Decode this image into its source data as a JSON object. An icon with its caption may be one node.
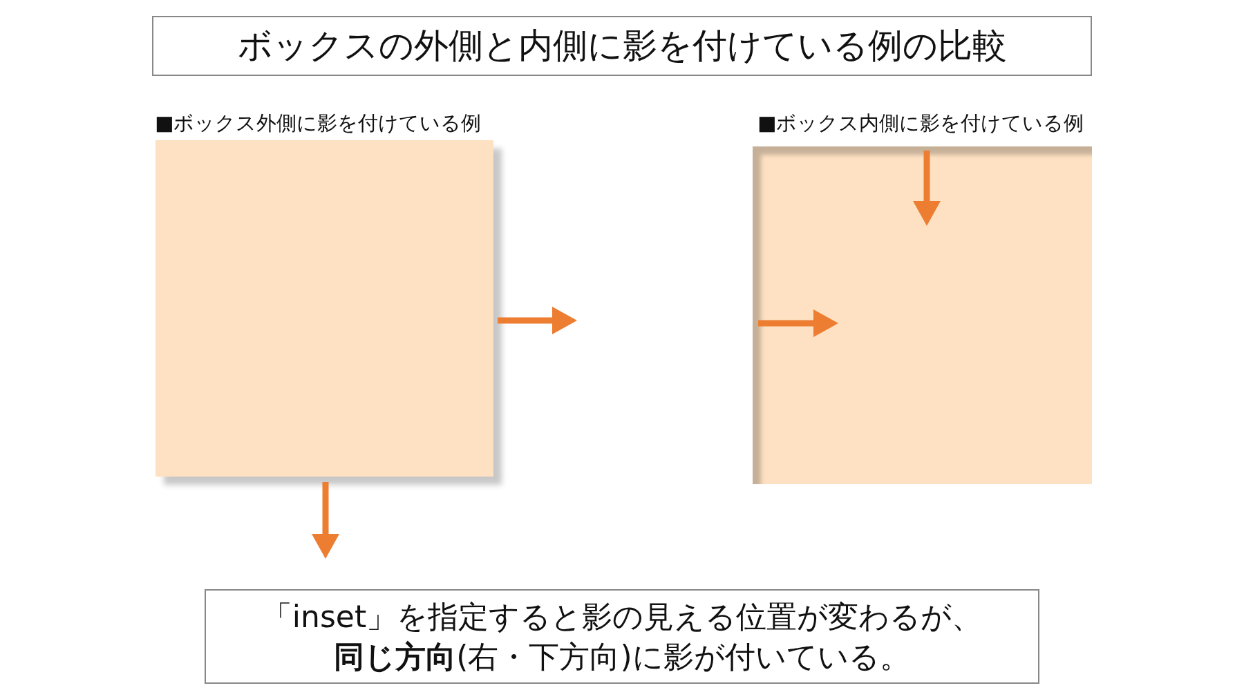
{
  "diagram": {
    "title": "ボックスの外側と内側に影を付けている例の比較",
    "nodes": [
      {
        "text": [
          "■ボックス外側に影を付けている例"
        ]
      },
      {
        "text": [
          "■ボックス内側に影を付けている例"
        ]
      },
      {
        "text": [
          "「inset」を指定すると影の見える位置が変わるが、**同じ方向**(右・下方向)に影が付いている。"
        ]
      }
    ]
  }
}
